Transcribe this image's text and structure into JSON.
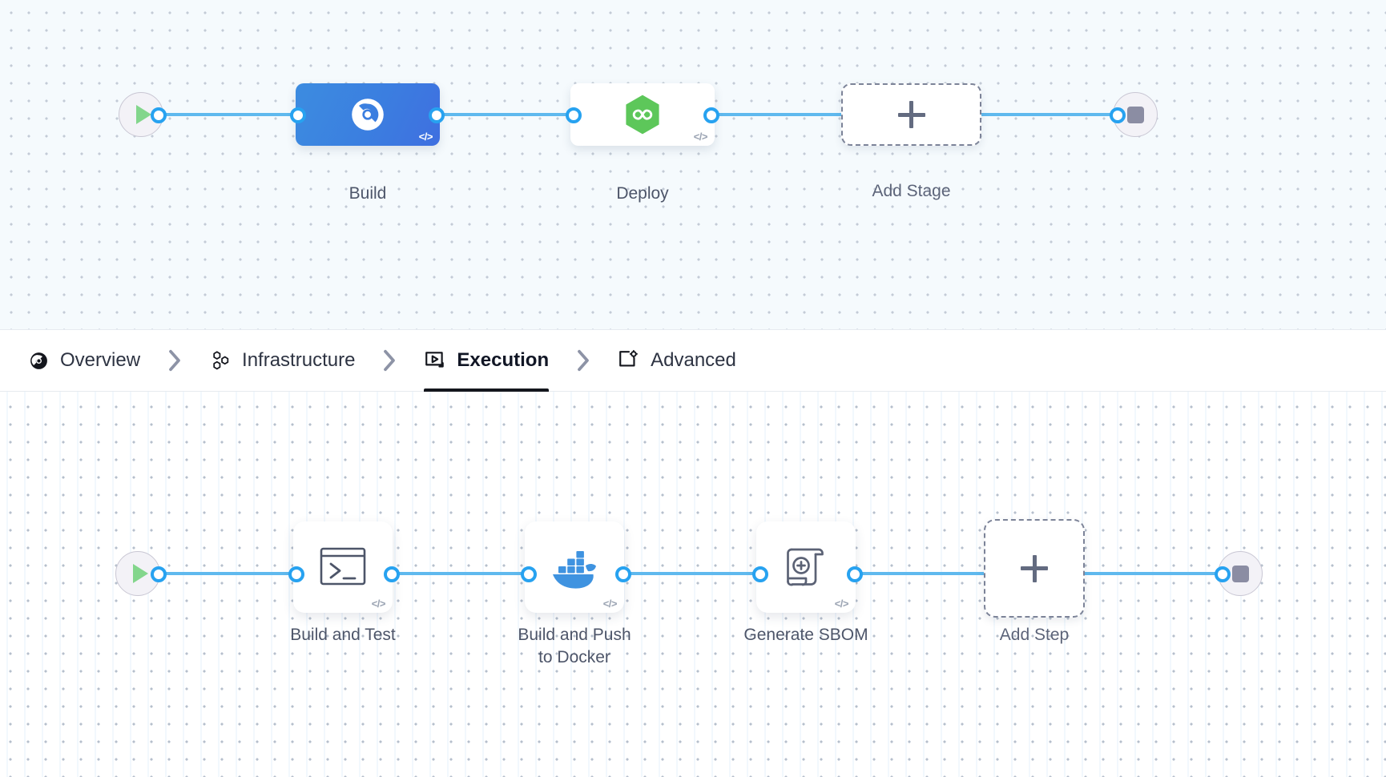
{
  "stage_canvas": {
    "start_node": {
      "name": "pipeline-start",
      "icon": "play-icon"
    },
    "end_node": {
      "name": "pipeline-end",
      "icon": "stop-icon"
    },
    "stages": [
      {
        "label": "Build",
        "icon": "harness-ci-icon",
        "selected": true,
        "badge": "</>"
      },
      {
        "label": "Deploy",
        "icon": "harness-cd-icon",
        "selected": false,
        "badge": "</>"
      }
    ],
    "add_stage": {
      "label": "Add Stage",
      "icon": "plus-icon"
    }
  },
  "tabs": [
    {
      "label": "Overview",
      "icon": "overview-icon",
      "active": false
    },
    {
      "label": "Infrastructure",
      "icon": "infrastructure-icon",
      "active": false
    },
    {
      "label": "Execution",
      "icon": "execution-icon",
      "active": true
    },
    {
      "label": "Advanced",
      "icon": "advanced-icon",
      "active": false
    }
  ],
  "tab_separator_icon": "chevron-right-icon",
  "step_canvas": {
    "start_node": {
      "name": "execution-start",
      "icon": "play-icon"
    },
    "end_node": {
      "name": "execution-end",
      "icon": "stop-icon"
    },
    "steps": [
      {
        "label": "Build and Test",
        "icon": "terminal-icon",
        "badge": "</>"
      },
      {
        "label": "Build and Push\nto Docker",
        "icon": "docker-icon",
        "badge": "</>"
      },
      {
        "label": "Generate SBOM",
        "icon": "sbom-scroll-icon",
        "badge": "</>"
      }
    ],
    "add_step": {
      "label": "Add Step",
      "icon": "plus-icon"
    }
  },
  "colors": {
    "connector": "#5fb9ee",
    "port_ring": "#27a2f0",
    "selected_stage": "#3b7ee0",
    "deploy_green": "#5dc75a",
    "docker_blue": "#3f93e0",
    "play_green": "#83d68c",
    "stop_gray": "#8b8da3",
    "stage_bg": "#f5fafd",
    "step_bg": "#ffffff",
    "active_tab_underline": "#14161d"
  }
}
